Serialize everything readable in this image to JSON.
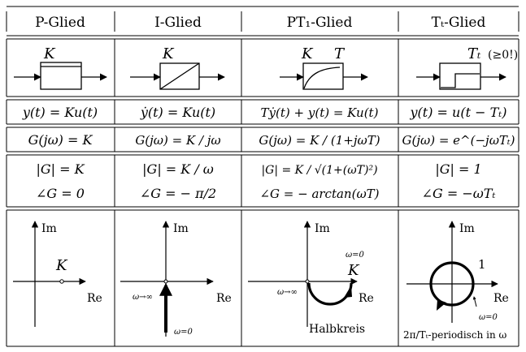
{
  "headers": [
    "P-Glied",
    "I-Glied",
    "PT₁-Glied",
    "Tₜ-Glied"
  ],
  "blocks": {
    "p": {
      "param": "K"
    },
    "i": {
      "param": "K"
    },
    "pt": {
      "param_k": "K",
      "param_t": "T"
    },
    "tt": {
      "param": "Tₜ",
      "note": "(≥0!)"
    }
  },
  "equations": [
    "y(t) = Ku(t)",
    "ẏ(t) = Ku(t)",
    "Tẏ(t) + y(t) = Ku(t)",
    "y(t) = u(t − Tₜ)"
  ],
  "transfer": [
    "G(jω) = K",
    "G(jω) = K / jω",
    "G(jω) = K / (1+jωT)",
    "G(jω) = e^(−jωTₜ)"
  ],
  "magnitude": [
    "|G| = K",
    "|G| = K / ω",
    "|G| = K / √(1+(ωT)²)",
    "|G| = 1"
  ],
  "phase": [
    "∠G = 0",
    "∠G = − π/2",
    "∠G = − arctan(ωT)",
    "∠G = −ωTₜ"
  ],
  "nyquist": {
    "axis_im": "Im",
    "axis_re": "Re",
    "p_point": "K",
    "i_omega_inf": "ω→∞",
    "i_omega_zero": "ω=0",
    "pt_omega_zero": "ω=0",
    "pt_k": "K",
    "pt_omega_inf": "ω→∞",
    "pt_caption": "Halbkreis",
    "tt_one": "1",
    "tt_omega_zero": "ω=0",
    "tt_caption": "2π/Tₜ-periodisch in ω"
  }
}
